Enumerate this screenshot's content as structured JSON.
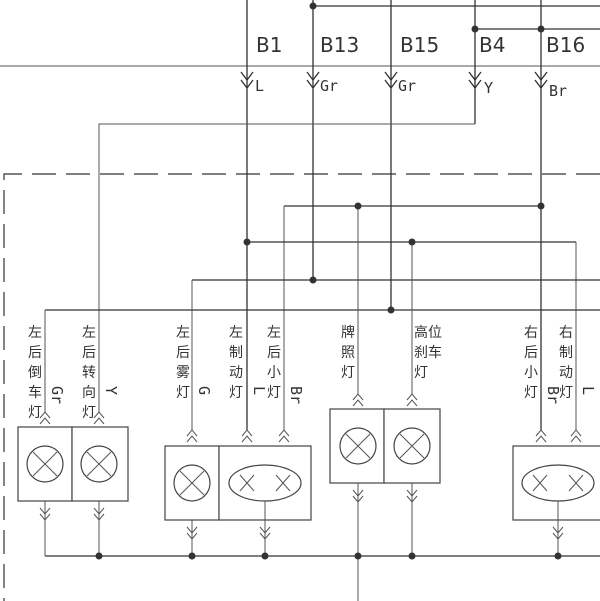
{
  "pins": [
    "B1",
    "B13",
    "B15",
    "B4",
    "B16"
  ],
  "wire_codes": {
    "B1": "L",
    "B13": "Gr",
    "B15": "Gr",
    "B4": "Y",
    "B16": "Br",
    "reverse": "Gr",
    "turn": "Y",
    "fog": "G",
    "brake_left": "L",
    "tail_left": "Br",
    "tail_right": "Br",
    "brake_right": "L"
  },
  "lamps": {
    "left_reverse": [
      "左",
      "后",
      "倒",
      "车",
      "灯"
    ],
    "left_turn": [
      "左",
      "后",
      "转",
      "向",
      "灯"
    ],
    "left_fog": [
      "左",
      "后",
      "雾",
      "灯"
    ],
    "left_brake": [
      "左",
      "制",
      "动",
      "灯"
    ],
    "left_tail": [
      "左",
      "后",
      "小",
      "灯"
    ],
    "plate": [
      "牌",
      "照",
      "灯"
    ],
    "high_brake": [
      "高位",
      "刹车",
      "灯"
    ],
    "right_tail": [
      "右",
      "后",
      "小",
      "灯"
    ],
    "right_brake": [
      "右",
      "制",
      "动",
      "灯"
    ]
  }
}
